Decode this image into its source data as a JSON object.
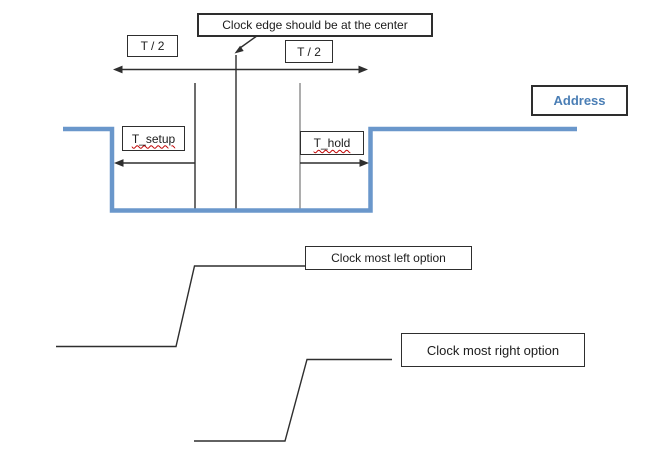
{
  "colors": {
    "signal_blue": "#6A97CB",
    "line_dark": "#2E2E2E",
    "line_grey": "#8A8A8A",
    "squiggle_red": "#C00000",
    "address_text": "#4A7EB5",
    "box_border": "#2E2E2E",
    "box_fill": "#FFFFFF"
  },
  "callout": {
    "text": "Clock edge should be at the center"
  },
  "timing": {
    "t_half_left": "T / 2",
    "t_half_right": "T / 2",
    "t_setup": "T_setup",
    "t_hold": "T_hold"
  },
  "signal": {
    "address_label": "Address"
  },
  "clock_options": {
    "left_label": "Clock most left option",
    "right_label": "Clock most right option"
  }
}
